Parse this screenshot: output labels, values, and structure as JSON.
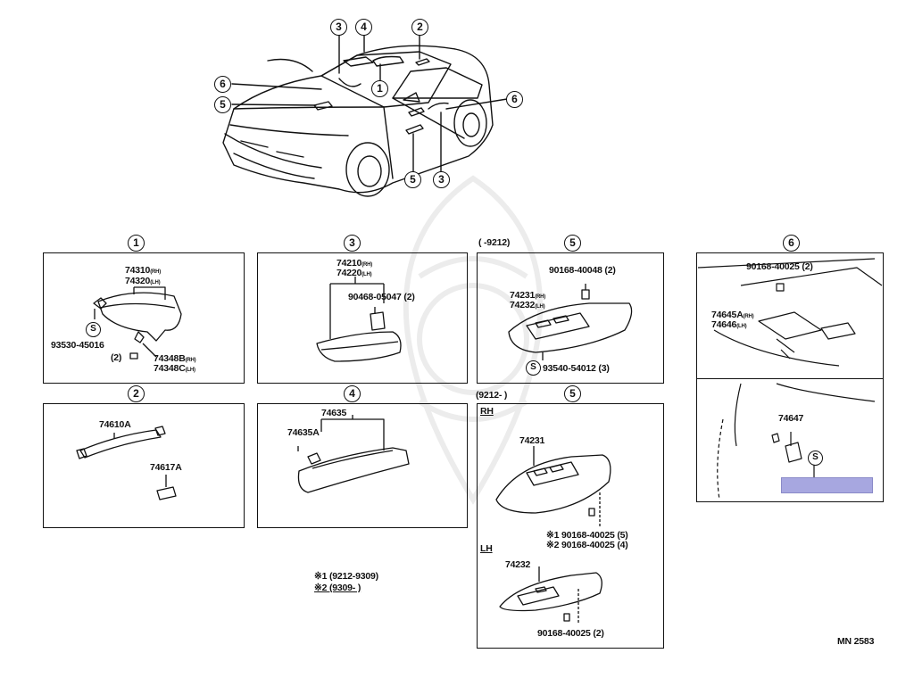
{
  "callouts": {
    "c1": "1",
    "c2": "2",
    "c3": "3",
    "c4": "4",
    "c5": "5",
    "c6": "6"
  },
  "sections": {
    "s1": {
      "num": "1",
      "labels": {
        "p1": "74310",
        "p1s": "(RH)",
        "p2": "74320",
        "p2s": "(LH)",
        "p3": "93530-45016",
        "p4": "(2)",
        "p5": "74348B",
        "p5s": "(RH)",
        "p6": "74348C",
        "p6s": "(LH)",
        "screw": "S"
      }
    },
    "s2": {
      "num": "2",
      "labels": {
        "p1": "74610A",
        "p2": "74617A"
      }
    },
    "s3": {
      "num": "3",
      "labels": {
        "p1": "74210",
        "p1s": "(RH)",
        "p2": "74220",
        "p2s": "(LH)",
        "p3": "90468-05047 (2)"
      }
    },
    "s4": {
      "num": "4",
      "labels": {
        "p1": "74635",
        "p2": "74635A"
      }
    },
    "s5a": {
      "num": "5",
      "range": "(      -9212)",
      "labels": {
        "p1": "90168-40048 (2)",
        "p2": "74231",
        "p2s": "(RH)",
        "p3": "74232",
        "p3s": "(LH)",
        "p4": "93540-54012 (3)",
        "screw": "S"
      }
    },
    "s5b": {
      "num": "5",
      "range": "(9212-       )",
      "rh": "RH",
      "lh": "LH",
      "labels": {
        "p1": "74231",
        "p2": "※1 90168-40025 (5)",
        "p3": "※2 90168-40025 (4)",
        "p4": "74232",
        "p5": "90168-40025 (2)"
      }
    },
    "s6": {
      "num": "6",
      "labels": {
        "p1": "90168-40025 (2)",
        "p2": "74645A",
        "p2s": "(RH)",
        "p3": "74646",
        "p3s": "(LH)",
        "p4": "74647",
        "screw": "S"
      }
    }
  },
  "notes": {
    "n1": "※1 (9212-9309)",
    "n2": "※2 (9309-        )"
  },
  "footer": {
    "code": "MN 2583"
  },
  "colors": {
    "highlight": "#a7a7e0",
    "ink": "#111111"
  }
}
